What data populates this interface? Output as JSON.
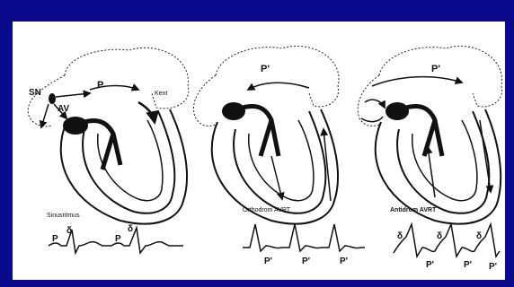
{
  "panels": [
    {
      "caption": "Sinusritmus",
      "labels": {
        "sn": "SN",
        "av": "AV",
        "p_top": "P",
        "kent": "Kent",
        "ecg_p1": "P",
        "ecg_p2": "P",
        "delta1": "δ",
        "delta2": "δ"
      }
    },
    {
      "caption": "Orthodrom AVRT",
      "labels": {
        "p_top": "P'",
        "ecg_p1": "P'",
        "ecg_p2": "P'",
        "ecg_p3": "P'"
      }
    },
    {
      "caption": "Antidrom AVRT",
      "labels": {
        "p_top": "P'",
        "ecg_p1": "P'",
        "ecg_p2": "P'",
        "ecg_p3": "P'",
        "delta1": "δ",
        "delta2": "δ",
        "delta3": "δ"
      }
    }
  ],
  "colors": {
    "background": "#0a0a8c",
    "slide": "#ffffff",
    "ink": "#111111"
  }
}
